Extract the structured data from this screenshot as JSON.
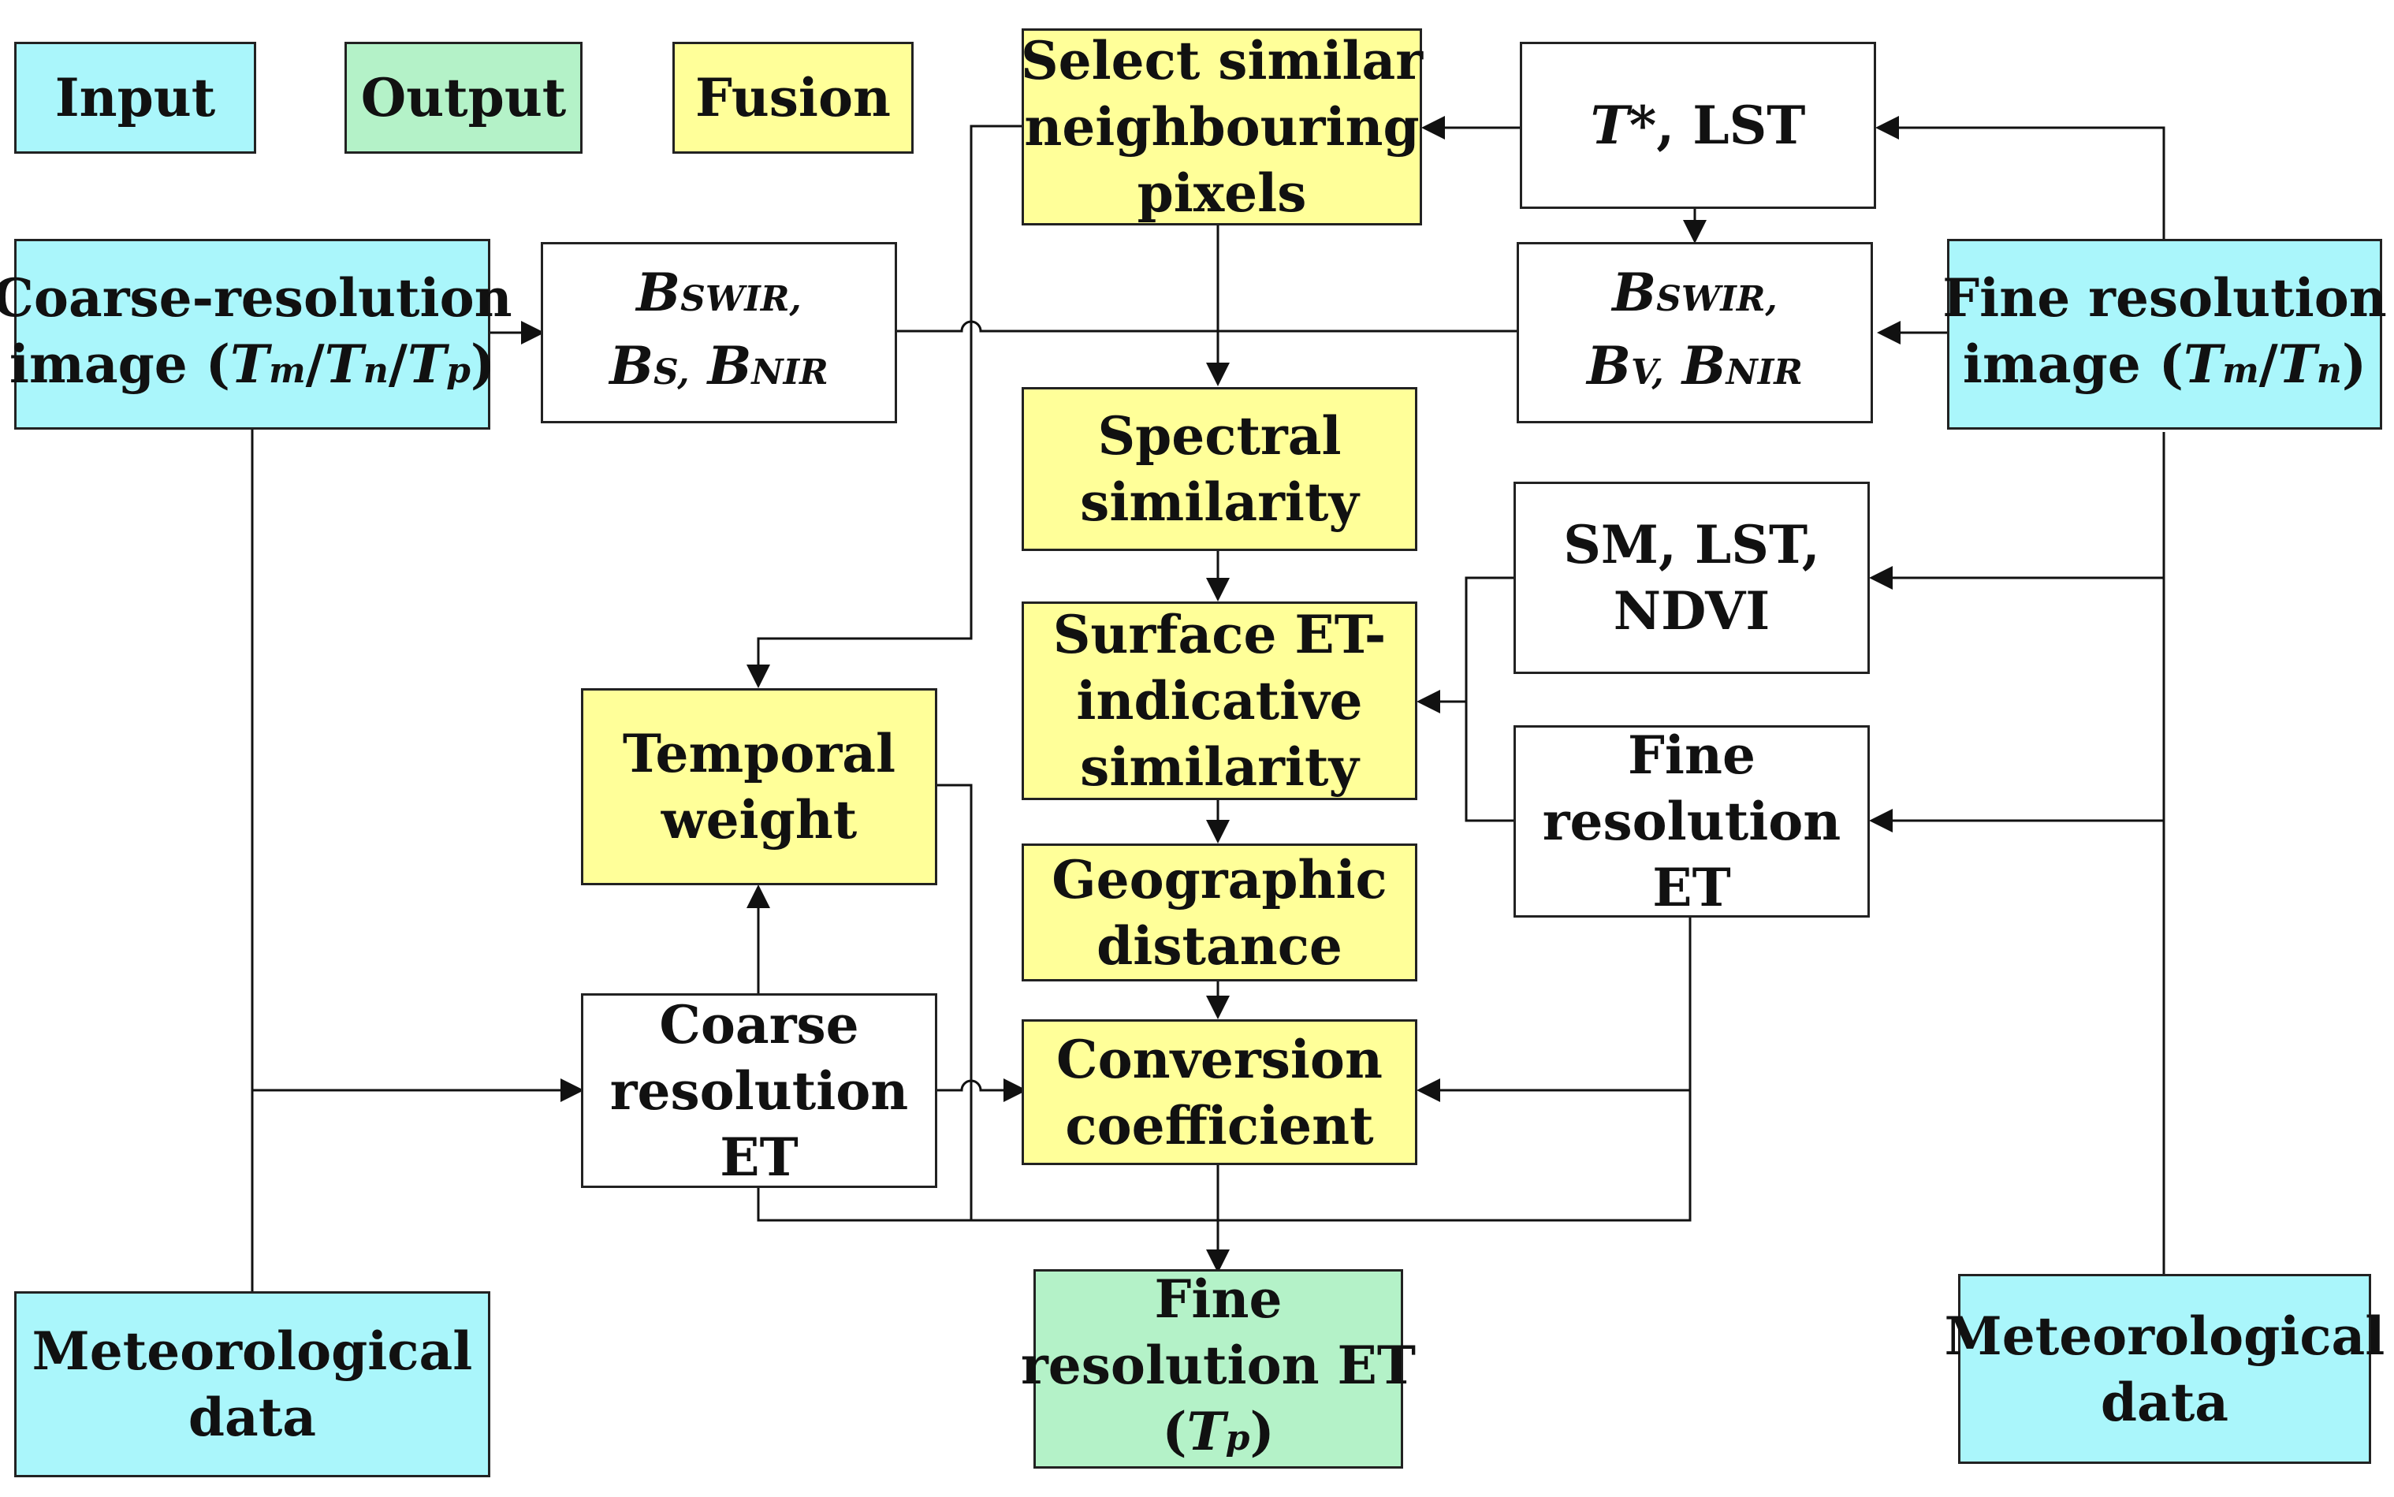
{
  "legend": {
    "input": "Input",
    "output": "Output",
    "fusion": "Fusion"
  },
  "nodes": {
    "coarse_image": {
      "line1": "Coarse-resolution",
      "line2_prefix": "image (",
      "v1": "T",
      "s1": "m",
      "sep1": "/",
      "v2": "T",
      "s2": "n",
      "sep2": "/",
      "v3": "T",
      "s3": "p",
      "line2_suffix": ")"
    },
    "bands_coarse": {
      "v1": "B",
      "s1": "SWIR,",
      "v2": "B",
      "s2": "S,",
      "v3": "B",
      "s3": "NIR"
    },
    "select_pixels": {
      "line1": "Select similar",
      "line2": "neighbouring",
      "line3": "pixels"
    },
    "tstar_lst": {
      "var": "T",
      "rest": "*, LST"
    },
    "bands_fine": {
      "v1": "B",
      "s1": "SWIR,",
      "v2": "B",
      "s2": "V,",
      "v3": "B",
      "s3": "NIR"
    },
    "fine_image": {
      "line1": "Fine resolution",
      "line2_prefix": "image  (",
      "v1": "T",
      "s1": "m",
      "sep1": "/",
      "v2": "T",
      "s2": "n",
      "line2_suffix": ")"
    },
    "spectral": {
      "line1": "Spectral",
      "line2": "similarity"
    },
    "sm_lst_ndvi": {
      "line1": "SM, LST,",
      "line2": "NDVI"
    },
    "surface_et": {
      "line1": "Surface ET-",
      "line2": "indicative",
      "line3": "similarity"
    },
    "temporal": {
      "line1": "Temporal",
      "line2": "weight"
    },
    "fine_et": {
      "line1": "Fine",
      "line2": "resolution",
      "line3": "ET"
    },
    "geo_distance": {
      "line1": "Geographic",
      "line2": "distance"
    },
    "coarse_et": {
      "line1": "Coarse",
      "line2": "resolution",
      "line3": "ET"
    },
    "conversion": {
      "line1": "Conversion",
      "line2": "coefficient"
    },
    "met_left": {
      "line1": "Meteorological",
      "line2": "data"
    },
    "fine_et_output": {
      "line1": "Fine",
      "line2": "resolution ET",
      "l3_open": "(",
      "v1": "T",
      "s1": "p",
      "l3_close": ")"
    },
    "met_right": {
      "line1": "Meteorological",
      "line2": "data"
    }
  },
  "colors": {
    "input": "#aaf6fb",
    "output": "#b4f2c8",
    "fusion": "#ffff99",
    "line": "#111111"
  }
}
